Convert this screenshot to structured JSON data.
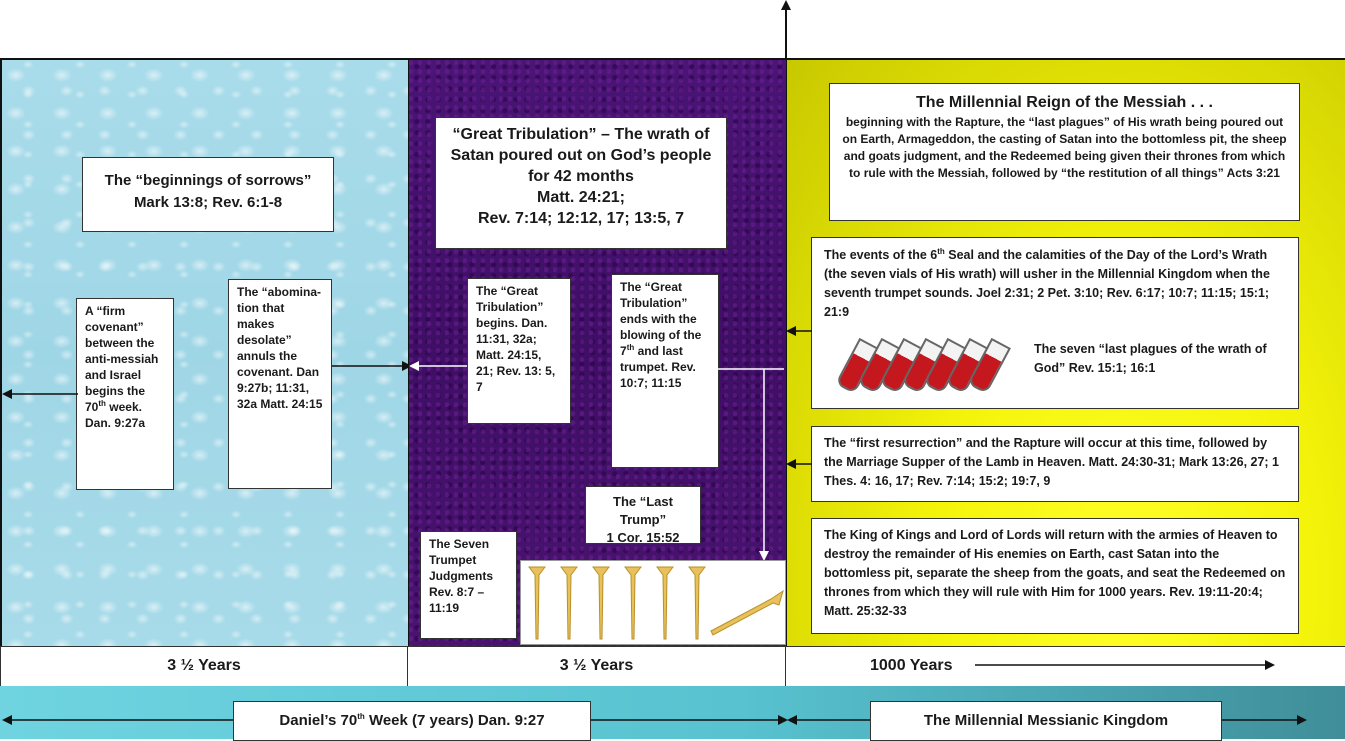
{
  "left_panel": {
    "heading": "The “beginnings of sorrows”",
    "heading_ref": "Mark 13:8; Rev. 6:1-8",
    "covenant_box": "A “firm covenant” between the anti-messiah and Israel begins the 70th week. Dan. 9:27a",
    "abomination_box": "The “abomina-tion that makes desolate” annuls the covenant. Dan 9:27b; 11:31, 32a Matt. 24:15"
  },
  "middle_panel": {
    "heading": "“Great Tribulation” – The wrath of Satan poured out on God’s people for 42 months",
    "heading_ref_1": "Matt. 24:21;",
    "heading_ref_2": "Rev. 7:14; 12:12, 17; 13:5, 7",
    "begins_box": "The “Great Tribulation” begins. Dan. 11:31, 32a; Matt. 24:15, 21; Rev. 13: 5, 7",
    "ends_box": "The “Great Tribulation” ends with the blowing of the 7th and last trumpet. Rev. 10:7; 11:15",
    "last_trump_title": "The “Last Trump”",
    "last_trump_ref": "1 Cor. 15:52",
    "seven_trumpets": "The Seven Trumpet Judgments Rev. 8:7 – 11:19"
  },
  "right_panel": {
    "heading": "The Millennial Reign of the Messiah . . .",
    "heading_body": "beginning with the Rapture, the “last plagues” of His wrath being poured out on Earth, Armageddon, the casting of Satan into the bottomless pit, the sheep and goats judgment, and the Redeemed being given their thrones from which to rule with the Messiah, followed by “the restitution of all things”   Acts 3:21",
    "sixth_seal_text": "The events of the 6th Seal and the calamities of the Day of the Lord’s Wrath (the seven vials of His wrath) will usher in the Millennial Kingdom when the seventh trumpet sounds.   Joel 2:31; 2 Pet. 3:10; Rev. 6:17; 10:7; 11:15; 15:1; 21:9",
    "vials_caption": "The seven “last plagues of the wrath of God”   Rev. 15:1; 16:1",
    "resurrection_text": "The “first resurrection” and the Rapture will occur at this time, followed by the Marriage Supper of the Lamb in Heaven.  Matt. 24:30-31; Mark 13:26, 27; 1 Thes. 4: 16, 17; Rev. 7:14; 15:2; 19:7, 9",
    "return_text": "The King of Kings and Lord of Lords will return with the armies of Heaven to destroy the remainder of His enemies on Earth, cast Satan into the bottomless pit, separate the sheep from the goats, and seat the Redeemed on thrones from which they will rule with Him for 1000 years.  Rev. 19:11-20:4; Matt. 25:32-33"
  },
  "years_row": {
    "left": "3 ½ Years",
    "middle": "3 ½ Years",
    "right": "1000 Years"
  },
  "bottom_row": {
    "daniel_week": "Daniel’s 70th Week (7 years)  Dan. 9:27",
    "kingdom": "The Millennial Messianic Kingdom"
  }
}
